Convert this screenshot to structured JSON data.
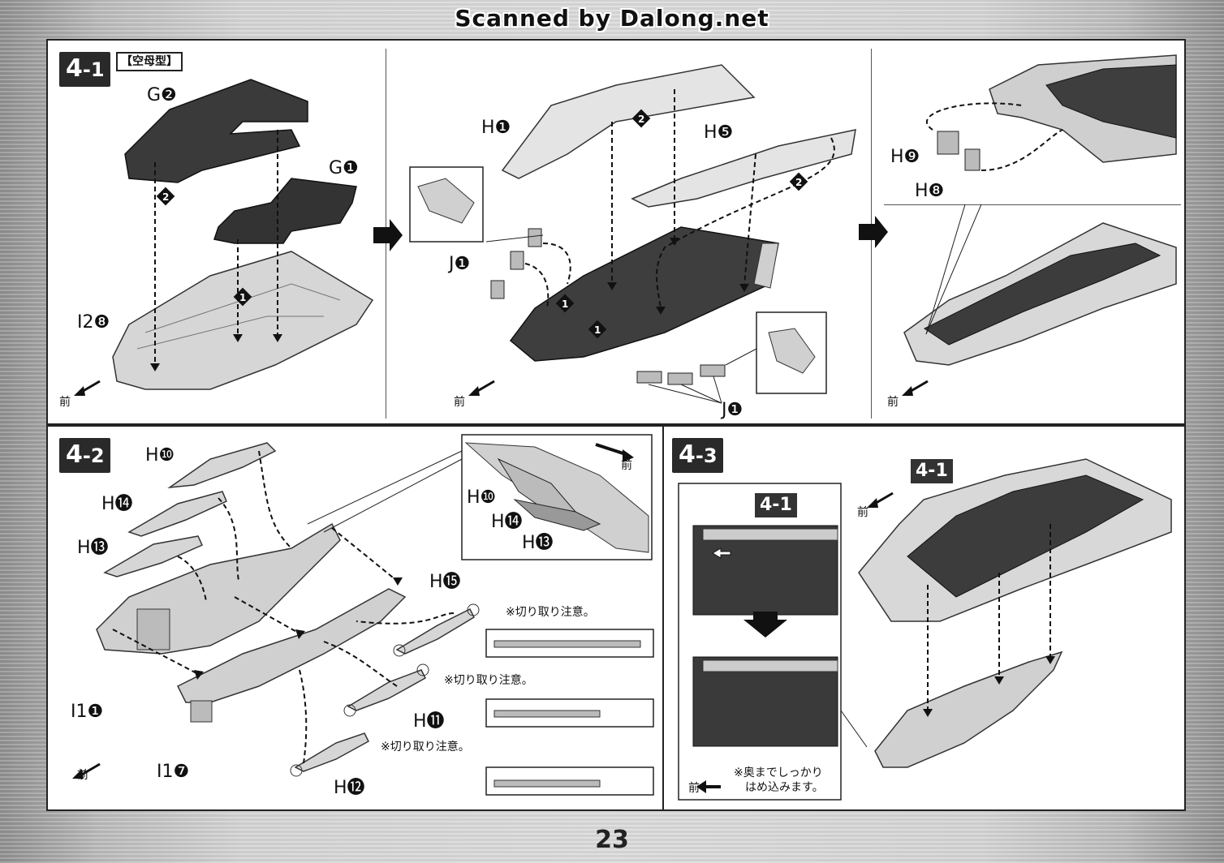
{
  "header": {
    "scan_credit": "Scanned by Dalong.net"
  },
  "page_number": "23",
  "steps": {
    "step_4_1": {
      "number": "4",
      "suffix": "-1",
      "mode_label": "【空母型】",
      "labels": {
        "g2": "G❷",
        "g1": "G❶",
        "i2_8": "I2❽",
        "h1": "H❶",
        "h5": "H❺",
        "j1_a": "J❶",
        "j1_b": "J❶",
        "h9": "H❾",
        "h8": "H❽"
      },
      "order_marks": [
        "2",
        "1",
        "2",
        "2",
        "1",
        "1"
      ],
      "front_label": "前"
    },
    "step_4_2": {
      "number": "4",
      "suffix": "-2",
      "labels": {
        "h10": "H❿",
        "h14": "H⓮",
        "h13": "H⓭",
        "h15": "H⓯",
        "h11": "H⓫",
        "h12": "H⓬",
        "i1_1": "I1❶",
        "i1_7": "I1❼",
        "detail_h10": "H❿",
        "detail_h14": "H⓮",
        "detail_h13": "H⓭"
      },
      "cut_note": "※切り取り注意。",
      "front_label": "前"
    },
    "step_4_3": {
      "number": "4",
      "suffix": "-3",
      "ref_badge": "4-1",
      "inset_badge": "4-1",
      "note_line1": "※奥までしっかり",
      "note_line2": "はめ込みます。",
      "front_label": "前"
    }
  },
  "icons": [
    "arrow-right-icon",
    "arrow-down-icon",
    "front-arrow-icon",
    "order-diamond-icon"
  ]
}
